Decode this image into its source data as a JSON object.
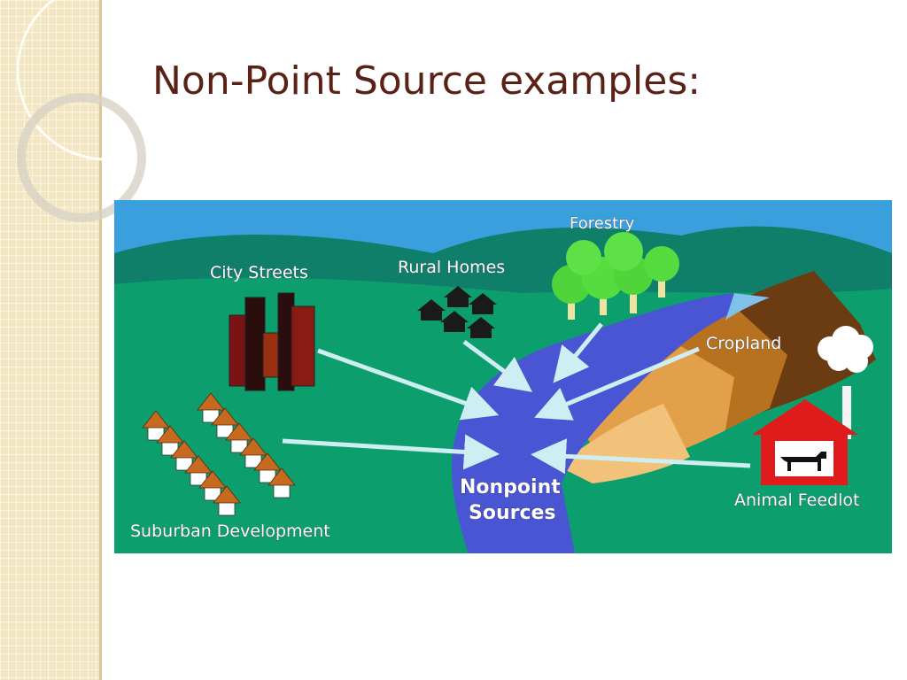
{
  "slide": {
    "title": "Non-Point Source examples:"
  },
  "diagram": {
    "labels": {
      "forestry": "Forestry",
      "city_streets": "City Streets",
      "rural_homes": "Rural Homes",
      "cropland": "Cropland",
      "suburban_development": "Suburban Development",
      "animal_feedlot": "Animal Feedlot",
      "center_line1": "Nonpoint",
      "center_line2": "Sources"
    },
    "colors": {
      "title": "#5a2116",
      "sky": "#3aa0dd",
      "hills": "#0f7f6a",
      "ground": "#0d9e6e",
      "water": "#4a55d4",
      "arrow": "#cfeef4"
    }
  }
}
